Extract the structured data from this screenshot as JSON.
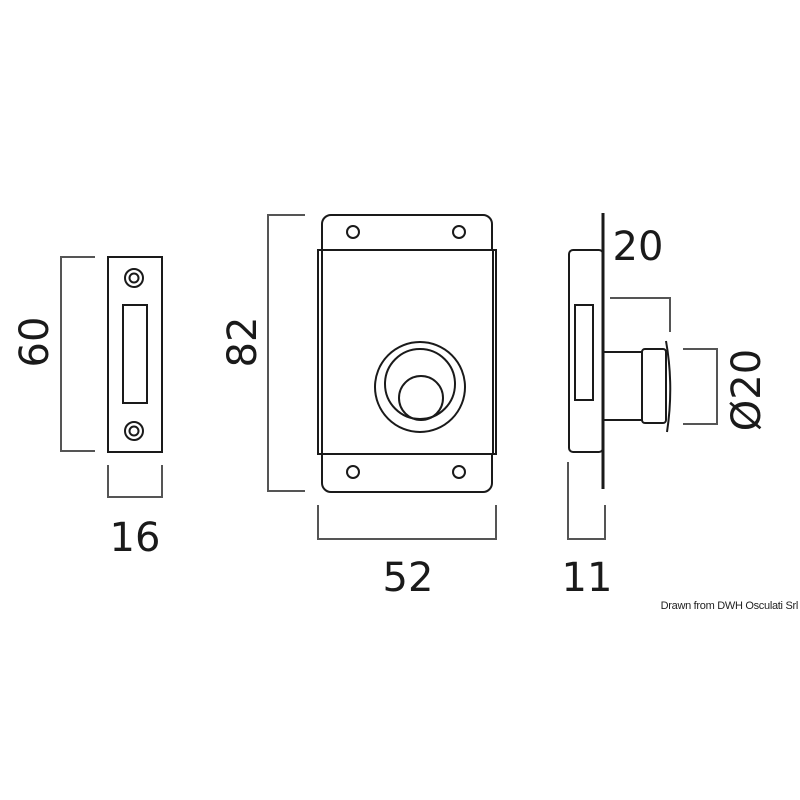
{
  "drawing": {
    "strike_plate": {
      "height_label": "60",
      "width_label": "16"
    },
    "front_view": {
      "height_label": "82",
      "width_label": "52"
    },
    "side_view": {
      "projection_label": "20",
      "diameter_label": "Ø20",
      "depth_label": "11"
    },
    "credit": "Drawn from DWH Osculati Srl",
    "colors": {
      "line": "#1a1a1a",
      "dimension": "#555555",
      "background": "#ffffff"
    }
  }
}
